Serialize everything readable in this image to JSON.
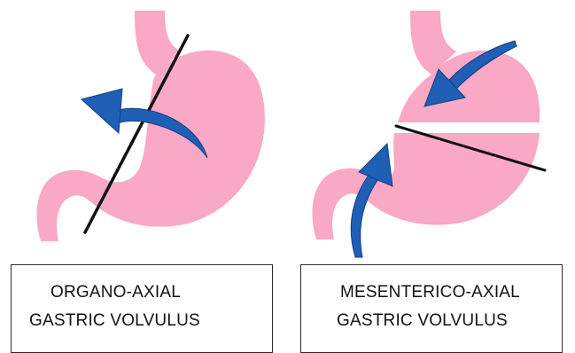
{
  "colors": {
    "stomach": "#f9a8c5",
    "arrow": "#1f5fb5",
    "arrow_dark": "#163f80",
    "axis": "#111111",
    "border": "#2b2b2b"
  },
  "panels": [
    {
      "caption_line1": "ORGANO-AXIAL",
      "caption_line2": "GASTRIC VOLVULUS"
    },
    {
      "caption_line1": "MESENTERICO-AXIAL",
      "caption_line2": "GASTRIC VOLVULUS"
    }
  ]
}
